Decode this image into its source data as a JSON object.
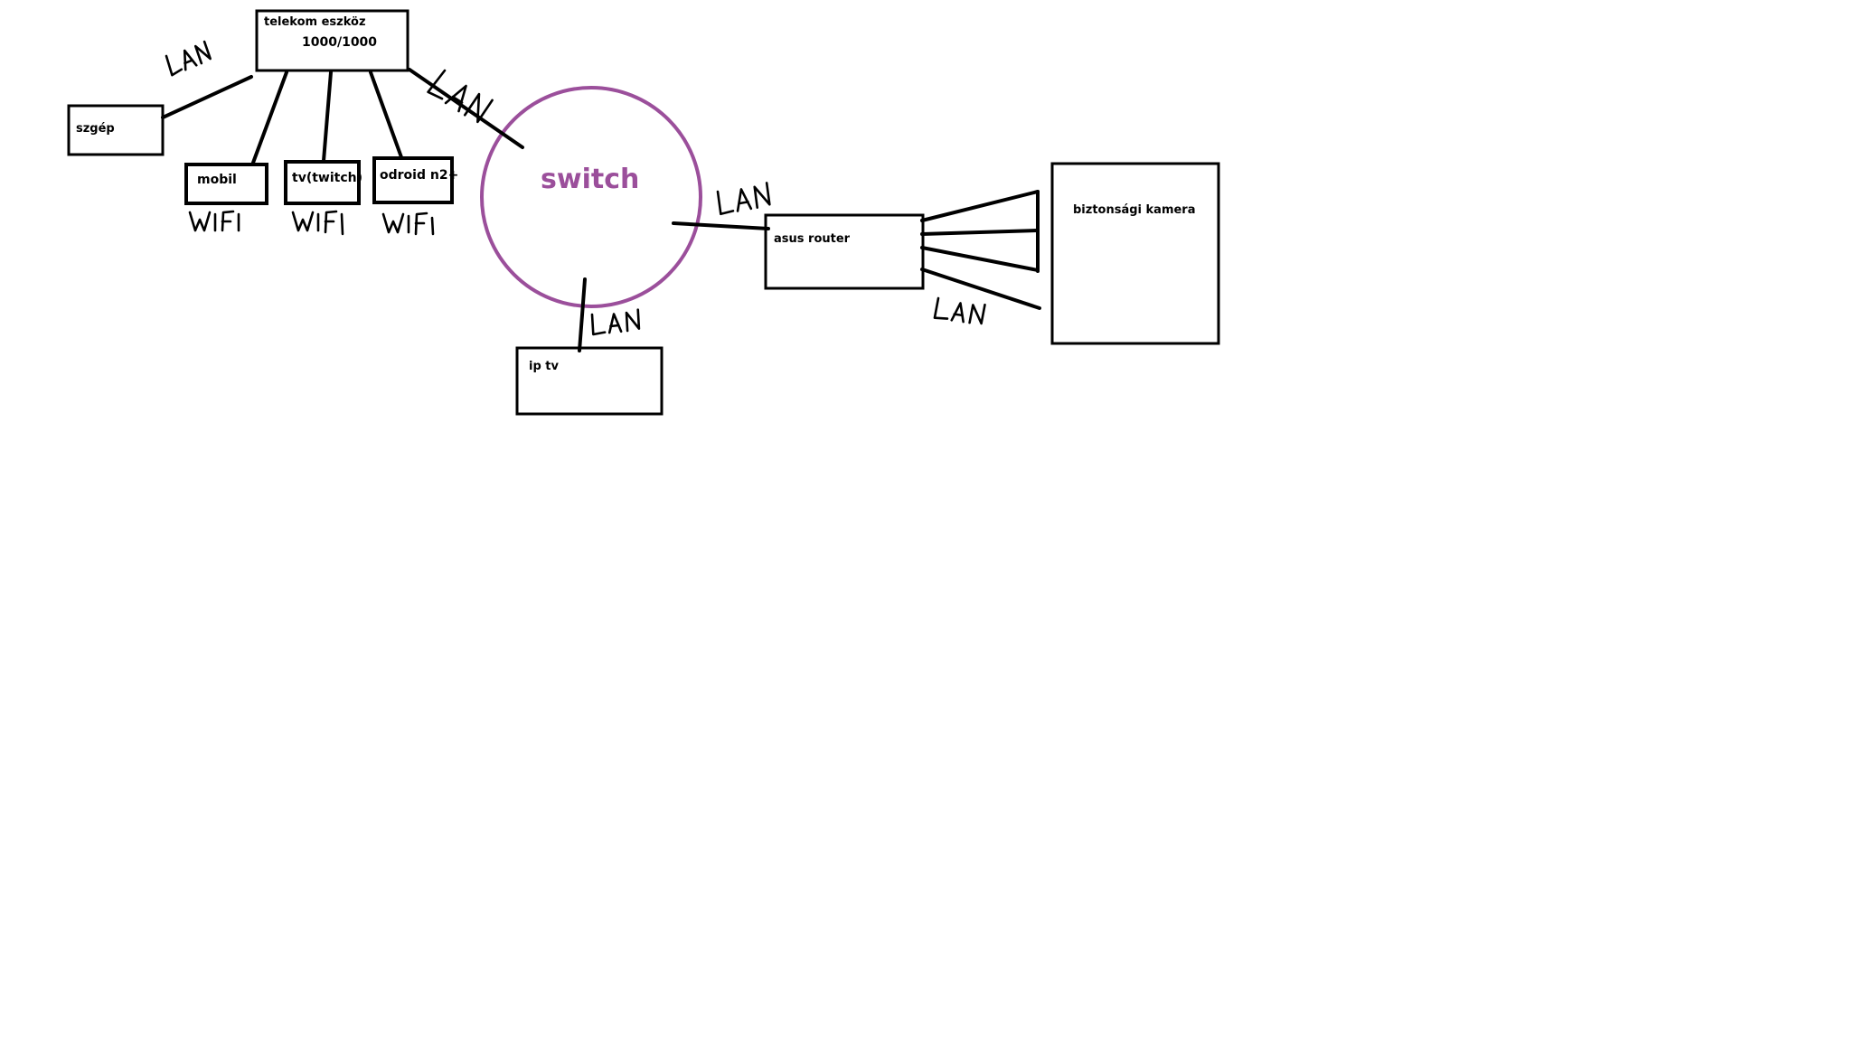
{
  "diagram": {
    "nodes": {
      "telekom": {
        "label": "telekom eszköz",
        "sublabel": "1000/1000"
      },
      "szgep": {
        "label": "szgép"
      },
      "mobil": {
        "label": "mobil"
      },
      "tv": {
        "label": "tv(twitch)"
      },
      "odroid": {
        "label": "odroid n2+"
      },
      "switch": {
        "label": "switch",
        "color": "#9b4f9b"
      },
      "asus": {
        "label": "asus router"
      },
      "kamera": {
        "label": "biztonsági kamera"
      },
      "iptv": {
        "label": "ip tv"
      }
    },
    "edge_labels": {
      "lan": "LAN",
      "wifi": "WIFI"
    }
  }
}
